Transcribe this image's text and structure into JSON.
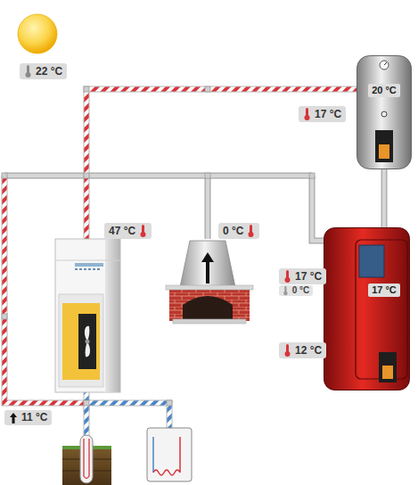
{
  "diagram": {
    "nodes": [
      {
        "text": [
          "20 °C"
        ]
      },
      {
        "text": [
          "17 °C"
        ]
      }
    ],
    "edges": [
      {
        "from": 0,
        "to": 1,
        "arrow": "none"
      }
    ],
    "labels": [
      "22 °C",
      "17 °C",
      "47 °C",
      "0 °C",
      "17 °C",
      "0 °C",
      "12 °C",
      "11 °C"
    ]
  }
}
